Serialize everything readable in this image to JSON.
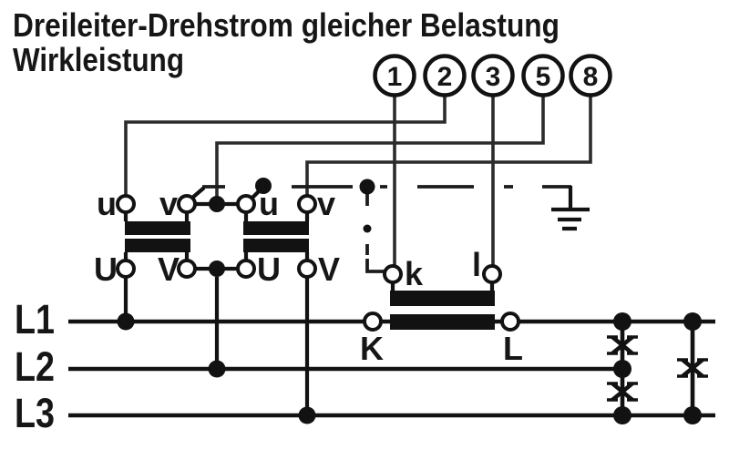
{
  "colors": {
    "line": "#121212",
    "text": "#161616",
    "background": "#ffffff"
  },
  "title": {
    "line1": "Dreileiter-Drehstrom gleicher Belastung",
    "line2": "Wirkleistung"
  },
  "meter_terminals": {
    "labels": [
      "1",
      "2",
      "3",
      "5",
      "8"
    ]
  },
  "voltage_transformers": [
    {
      "secondary": {
        "a": "u",
        "b": "v"
      },
      "primary": {
        "a": "U",
        "b": "V"
      }
    },
    {
      "secondary": {
        "a": "u",
        "b": "v"
      },
      "primary": {
        "a": "U",
        "b": "V"
      }
    }
  ],
  "current_transformer": {
    "secondary": {
      "a": "k",
      "b": "l"
    },
    "primary": {
      "a": "K",
      "b": "L"
    }
  },
  "phase_lines": {
    "labels": [
      "L1",
      "L2",
      "L3"
    ]
  }
}
